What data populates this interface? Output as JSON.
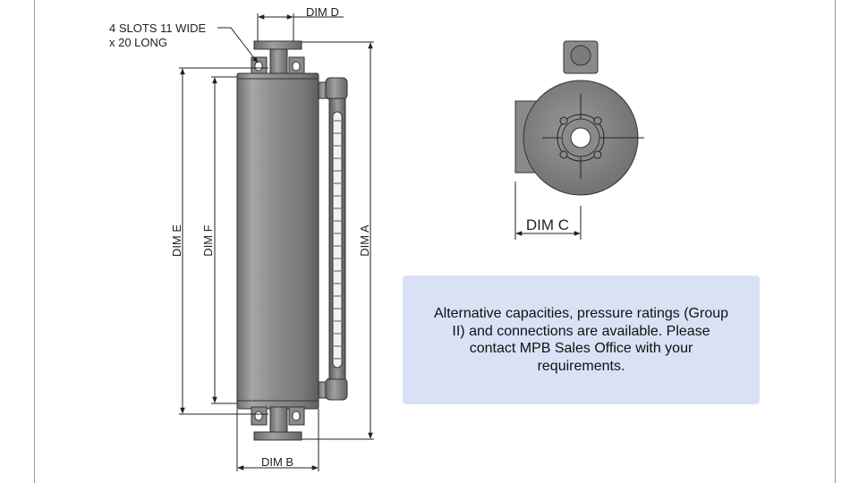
{
  "annotations": {
    "slot_note_line1": "4 SLOTS 11 WIDE",
    "slot_note_line2": "x 20 LONG",
    "dim_a": "DIM A",
    "dim_b": "DIM B",
    "dim_c": "DIM C",
    "dim_d": "DIM D",
    "dim_e": "DIM E",
    "dim_f": "DIM F"
  },
  "note": {
    "text": "Alternative capacities, pressure ratings (Group II) and connections are available. Please contact MPB Sales Office with your requirements."
  },
  "colors": {
    "note_background": "#d9e1f5",
    "body_metal": "#8c8c8c",
    "frame_line": "#9a9a9a"
  }
}
